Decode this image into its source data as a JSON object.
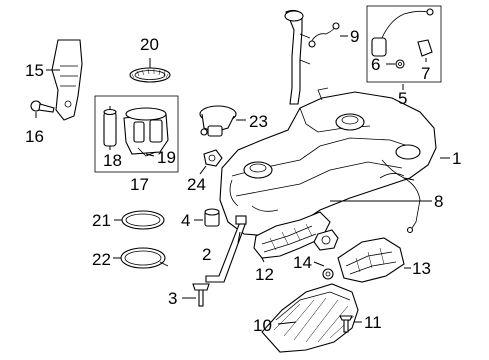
{
  "callouts": {
    "c1": "1",
    "c2": "2",
    "c3": "3",
    "c4": "4",
    "c5": "5",
    "c6": "6",
    "c7": "7",
    "c8": "8",
    "c9": "9",
    "c10": "10",
    "c11": "11",
    "c12": "12",
    "c13": "13",
    "c14": "14",
    "c15": "15",
    "c16": "16",
    "c17": "17",
    "c18": "18",
    "c19": "19",
    "c20": "20",
    "c21": "21",
    "c22": "22",
    "c23": "23",
    "c24": "24"
  },
  "colors": {
    "ink": "#000000",
    "paper": "#ffffff"
  }
}
